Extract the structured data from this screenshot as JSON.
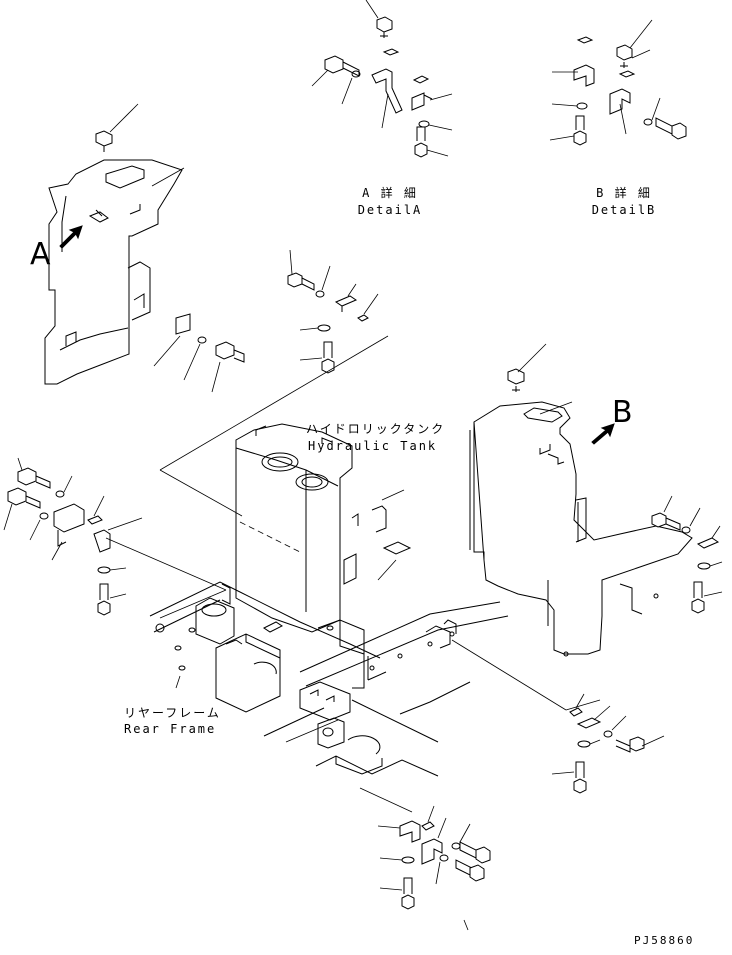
{
  "callouts": {
    "a": "A",
    "b": "B"
  },
  "details": {
    "a_jp": "A 詳 細",
    "a_en": "DetailA",
    "b_jp": "B 詳 細",
    "b_en": "DetailB"
  },
  "labels": {
    "tank_jp": "ハイドロリックタンク",
    "tank_en": "Hydraulic Tank",
    "frame_jp": "リヤーフレーム",
    "frame_en": "Rear Frame"
  },
  "drawing_code": "PJ58860"
}
